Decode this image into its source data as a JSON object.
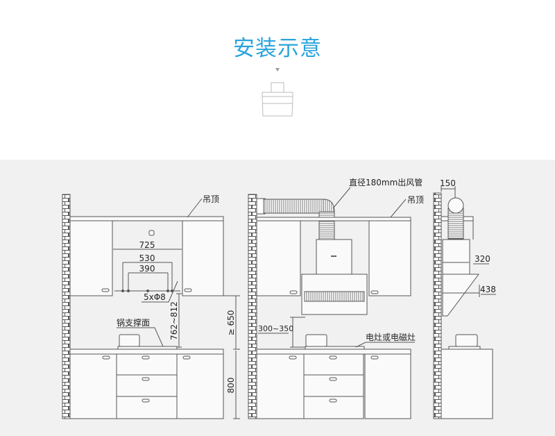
{
  "header": {
    "title": "安装示意"
  },
  "diagram": {
    "front_view_mounting": {
      "ceiling_label": "吊顶",
      "dim_cabinet_gap": "725",
      "dim_outer_holes": "530",
      "dim_inner_holes": "390",
      "holes_label": "5xΦ8",
      "dim_hole_height": "762~812",
      "dim_min_height": "≥ 650",
      "dim_counter_height": "800",
      "pot_support_label": "锅支撑面"
    },
    "front_view_duct": {
      "duct_label": "直径180mm出风管",
      "ceiling_label": "吊顶",
      "dim_hood_height": "300~350",
      "stove_label": "电灶或电磁灶"
    },
    "side_view": {
      "dim_duct_offset": "150",
      "dim_chimney_depth": "320",
      "dim_hood_depth": "438"
    }
  },
  "colors": {
    "title": "#2aa3dd",
    "panel": "#f1f1f1"
  }
}
